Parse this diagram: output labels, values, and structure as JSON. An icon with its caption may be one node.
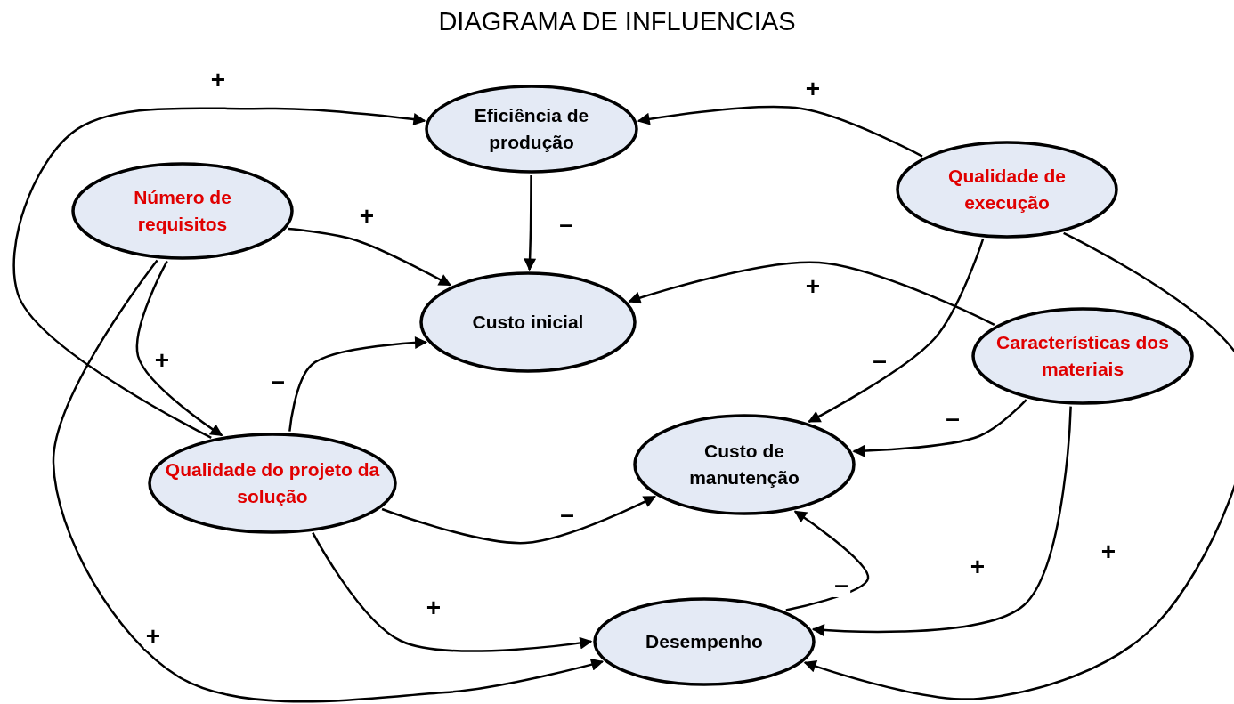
{
  "diagram": {
    "title": "DIAGRAMA DE INFLUENCIAS",
    "nodes": [
      {
        "text": [
          "Eficiência de produção"
        ]
      },
      {
        "text": [
          "Número de requisitos"
        ]
      },
      {
        "text": [
          "Qualidade de execução"
        ]
      },
      {
        "text": [
          "Custo inicial"
        ]
      },
      {
        "text": [
          "Características dos materiais"
        ]
      },
      {
        "text": [
          "Qualidade do projeto da solução"
        ]
      },
      {
        "text": [
          "Custo de manutenção"
        ]
      },
      {
        "text": [
          "Desempenho"
        ]
      }
    ],
    "edges": [
      {
        "from": 5,
        "to": 0,
        "arrow": "to",
        "label": "+"
      },
      {
        "from": 2,
        "to": 0,
        "arrow": "to",
        "label": "+"
      },
      {
        "from": 1,
        "to": 3,
        "arrow": "to",
        "label": "+"
      },
      {
        "from": 0,
        "to": 3,
        "arrow": "to",
        "label": "–"
      },
      {
        "from": 4,
        "to": 3,
        "arrow": "to",
        "label": "+"
      },
      {
        "from": 1,
        "to": 5,
        "arrow": "to",
        "label": "+"
      },
      {
        "from": 5,
        "to": 3,
        "arrow": "to",
        "label": "–"
      },
      {
        "from": 2,
        "to": 6,
        "arrow": "to",
        "label": "–"
      },
      {
        "from": 4,
        "to": 6,
        "arrow": "to",
        "label": "–"
      },
      {
        "from": 5,
        "to": 6,
        "arrow": "to",
        "label": "–"
      },
      {
        "from": 5,
        "to": 7,
        "arrow": "to",
        "label": "+"
      },
      {
        "from": 1,
        "to": 7,
        "arrow": "to",
        "label": "+"
      },
      {
        "from": 7,
        "to": 6,
        "arrow": "to",
        "label": "–"
      },
      {
        "from": 4,
        "to": 7,
        "arrow": "to",
        "label": "+"
      },
      {
        "from": 2,
        "to": 7,
        "arrow": "to",
        "label": "+"
      }
    ]
  }
}
